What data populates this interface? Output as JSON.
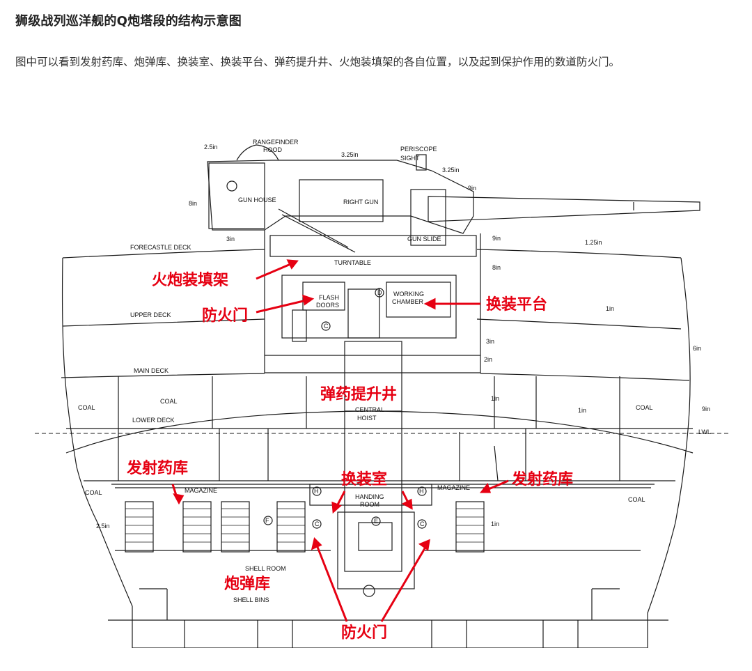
{
  "title": "狮级战列巡洋舰的Q炮塔段的结构示意图",
  "description": "图中可以看到发射药库、炮弹库、换装室、换装平台、弹药提升井、火炮装填架的各自位置，以及起到保护作用的数道防火门。",
  "diagram": {
    "labels": {
      "rangefinder": "RANGEFINDER",
      "hood": "HOOD",
      "periscope": "PERISCOPE",
      "sight": "SIGHT",
      "gun_house": "GUN HOUSE",
      "right_gun": "RIGHT GUN",
      "gun_slide": "GUN SLIDE",
      "turntable": "TURNTABLE",
      "forecastle_deck": "FORECASTLE DECK",
      "upper_deck": "UPPER DECK",
      "main_deck": "MAIN DECK",
      "lower_deck": "LOWER DECK",
      "flash": "FLASH",
      "doors": "DOORS",
      "working": "WORKING",
      "chamber": "CHAMBER",
      "central": "CENTRAL",
      "hoist": "HOIST",
      "coal": "COAL",
      "magazine": "MAGAZINE",
      "handing": "HANDING",
      "room": "ROOM",
      "shell_room": "SHELL   ROOM",
      "shell_bins": "SHELL   BINS",
      "lwl": "LWL",
      "letter_f": "F",
      "letter_c": "C",
      "letter_d": "D",
      "letter_e": "E",
      "letter_h": "H"
    },
    "thickness": {
      "t2_5": "2.5in",
      "t3_25a": "3.25in",
      "t3_25b": "3.25in",
      "t9a": "9in",
      "t8a": "8in",
      "t3a": "3in",
      "t9b": "9in",
      "t8b": "8in",
      "t1_25": "1.25in",
      "t1a": "1in",
      "t3b": "3in",
      "t6": "6in",
      "t2": "2in",
      "t1b": "1in",
      "t1c": "1in",
      "t9c": "9in",
      "t2_5b": "2.5in",
      "t1d": "1in"
    },
    "annotations": {
      "loading_rack": "火炮装填架",
      "fire_door_top": "防火门",
      "reload_platform": "换装平台",
      "hoist_well": "弹药提升井",
      "magazine_left": "发射药库",
      "handing_room": "换装室",
      "magazine_right": "发射药库",
      "shell_room": "炮弹库",
      "fire_door_bottom": "防火门"
    },
    "colors": {
      "annotation": "#e60012",
      "line": "#1a1a1a"
    }
  }
}
